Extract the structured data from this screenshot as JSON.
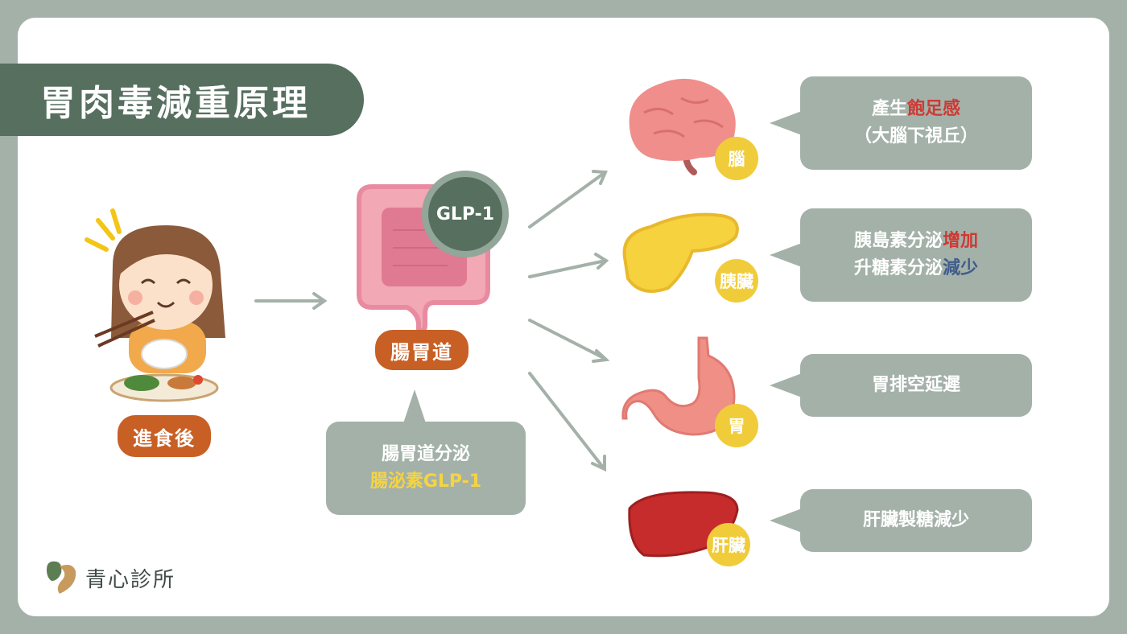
{
  "title": "胃肉毒減重原理",
  "person_label": "進食後",
  "gut_label": "腸胃道",
  "glp_badge": "GLP-1",
  "gut_bubble": {
    "line1": "腸胃道分泌",
    "line2": "腸泌素GLP-1"
  },
  "organs": [
    {
      "name": "腦",
      "effect_line1_a": "產生",
      "effect_line1_b": "飽足感",
      "effect_line2": "（大腦下視丘）"
    },
    {
      "name": "胰臟",
      "effect_line1_a": "胰島素分泌",
      "effect_line1_b": "增加",
      "effect_line2_a": "升糖素分泌",
      "effect_line2_b": "減少"
    },
    {
      "name": "胃",
      "effect": "胃排空延遲"
    },
    {
      "name": "肝臟",
      "effect": "肝臟製糖減少"
    }
  ],
  "logo": "青心診所",
  "colors": {
    "frame": "#a4b1a9",
    "title_bg": "#566f5f",
    "pill_orange": "#c85f25",
    "organ_badge": "#f0cc3b",
    "highlight_red": "#cd3a34",
    "highlight_blue": "#3f5c8a",
    "highlight_gold": "#f5d442"
  }
}
